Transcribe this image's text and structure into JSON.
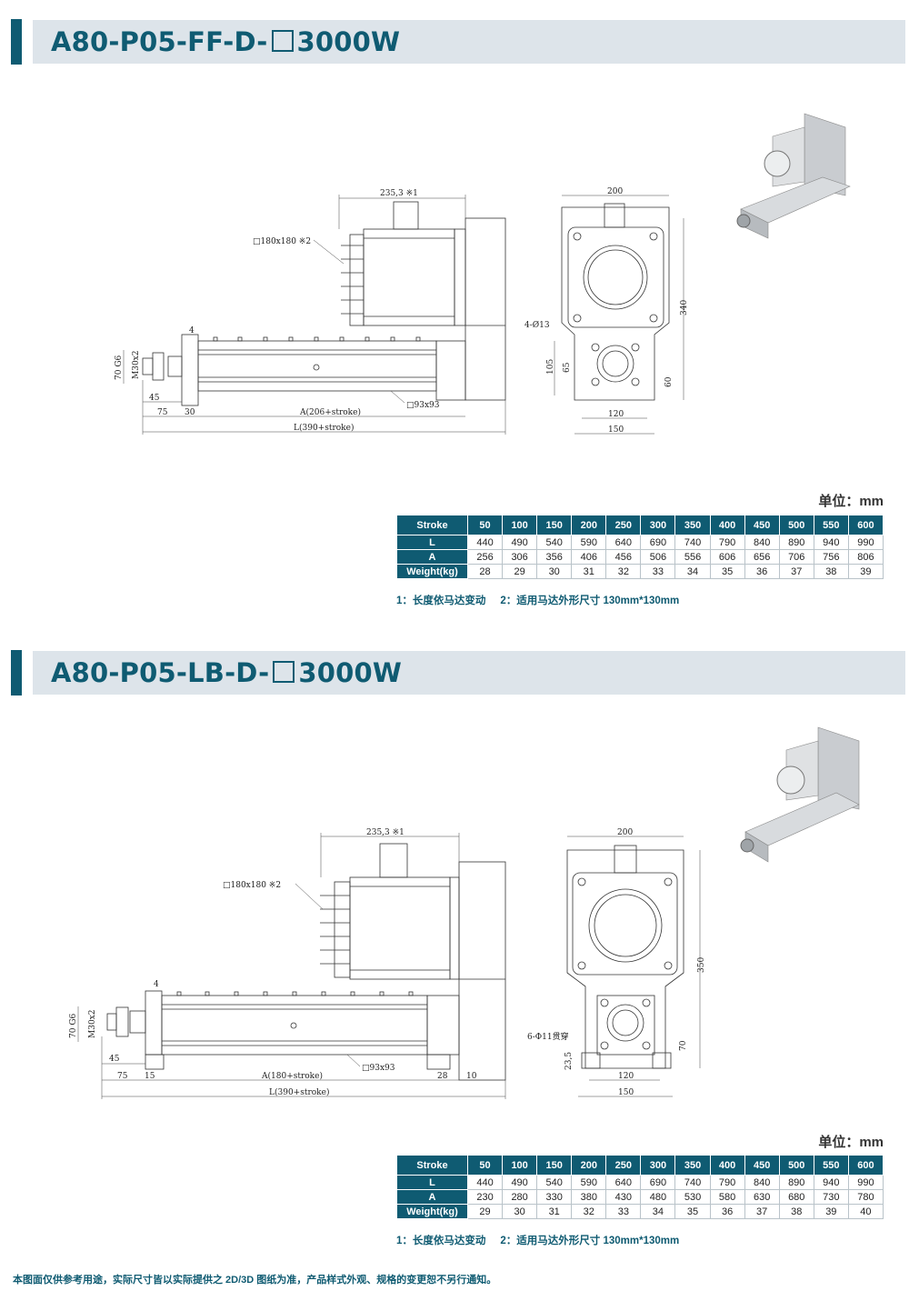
{
  "sections": [
    {
      "title_prefix": "A80-P05-FF-D-",
      "title_suffix": "3000W",
      "drawing": {
        "motor_length": "235,3 ※1",
        "motor_flange": "□180x180 ※2",
        "body_section": "□93x93",
        "flange_thickness": "4",
        "rod_dia": "70 G6",
        "thread": "M30x2",
        "rod_len": "45",
        "rod_ext": "75",
        "flange_w": "30",
        "dim_a": "A(206+stroke)",
        "dim_l": "L(390+stroke)",
        "end_width": "200",
        "end_height": "340",
        "holes": "4-Ø13",
        "h105": "105",
        "h65": "65",
        "h60": "60",
        "w120": "120",
        "w150": "150"
      },
      "unit_label": "单位：mm",
      "table": {
        "headers": [
          "Stroke",
          "50",
          "100",
          "150",
          "200",
          "250",
          "300",
          "350",
          "400",
          "450",
          "500",
          "550",
          "600"
        ],
        "rows": [
          {
            "label": "L",
            "values": [
              "440",
              "490",
              "540",
              "590",
              "640",
              "690",
              "740",
              "790",
              "840",
              "890",
              "940",
              "990"
            ]
          },
          {
            "label": "A",
            "values": [
              "256",
              "306",
              "356",
              "406",
              "456",
              "506",
              "556",
              "606",
              "656",
              "706",
              "756",
              "806"
            ]
          },
          {
            "label": "Weight(kg)",
            "values": [
              "28",
              "29",
              "30",
              "31",
              "32",
              "33",
              "34",
              "35",
              "36",
              "37",
              "38",
              "39"
            ]
          }
        ]
      },
      "notes": [
        "1：长度依马达变动",
        "2：适用马达外形尺寸 130mm*130mm"
      ]
    },
    {
      "title_prefix": "A80-P05-LB-D-",
      "title_suffix": "3000W",
      "drawing": {
        "motor_length": "235,3 ※1",
        "motor_flange": "□180x180 ※2",
        "body_section": "□93x93",
        "flange_thickness": "4",
        "rod_dia": "70 G6",
        "thread": "M30x2",
        "rod_len": "45",
        "rod_ext": "75",
        "flange_w": "15",
        "dim_a": "A(180+stroke)",
        "foot_w": "28",
        "foot_h": "10",
        "dim_l": "L(390+stroke)",
        "end_width": "200",
        "end_height": "350",
        "holes": "6-Φ11贯穿",
        "h70": "70",
        "h23": "23,5",
        "w120": "120",
        "w150": "150"
      },
      "unit_label": "单位：mm",
      "table": {
        "headers": [
          "Stroke",
          "50",
          "100",
          "150",
          "200",
          "250",
          "300",
          "350",
          "400",
          "450",
          "500",
          "550",
          "600"
        ],
        "rows": [
          {
            "label": "L",
            "values": [
              "440",
              "490",
              "540",
              "590",
              "640",
              "690",
              "740",
              "790",
              "840",
              "890",
              "940",
              "990"
            ]
          },
          {
            "label": "A",
            "values": [
              "230",
              "280",
              "330",
              "380",
              "430",
              "480",
              "530",
              "580",
              "630",
              "680",
              "730",
              "780"
            ]
          },
          {
            "label": "Weight(kg)",
            "values": [
              "29",
              "30",
              "31",
              "32",
              "33",
              "34",
              "35",
              "36",
              "37",
              "38",
              "39",
              "40"
            ]
          }
        ]
      },
      "notes": [
        "1：长度依马达变动",
        "2：适用马达外形尺寸 130mm*130mm"
      ]
    }
  ],
  "footer": "本图面仅供参考用途，实际尺寸皆以实际提供之 2D/3D 图纸为准，产品样式外观、规格的变更恕不另行通知。",
  "colors": {
    "accent": "#0f5b72",
    "header_bg": "#dde4ea"
  }
}
